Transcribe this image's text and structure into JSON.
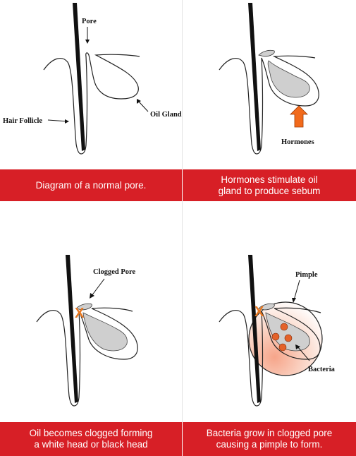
{
  "panels": [
    {
      "labels": {
        "pore": "Pore",
        "hair_follicle": "Hair Follicle",
        "oil_gland": "Oil Gland"
      },
      "caption_lines": [
        "Diagram of a normal pore.",
        ""
      ]
    },
    {
      "labels": {
        "hormones": "Hormones"
      },
      "caption_lines": [
        "Hormones stimulate oil",
        "gland to produce sebum"
      ]
    },
    {
      "labels": {
        "clogged_pore": "Clogged Pore",
        "marker": "X"
      },
      "caption_lines": [
        "Oil becomes clogged forming",
        "a white head or black head"
      ]
    },
    {
      "labels": {
        "pimple": "Pimple",
        "bacteria": "Bacteria",
        "marker": "X"
      },
      "caption_lines": [
        "Bacteria grow in clogged pore",
        "causing a pimple to form."
      ]
    }
  ],
  "colors": {
    "caption_bg": "#d71f26",
    "caption_text": "#ffffff",
    "sebum": "#cfcfcf",
    "hormone_arrow": "#f26a1b",
    "clog_marker": "#e8771f",
    "bacteria": "#e4622a",
    "pimple_glow": "#f6a58a"
  }
}
